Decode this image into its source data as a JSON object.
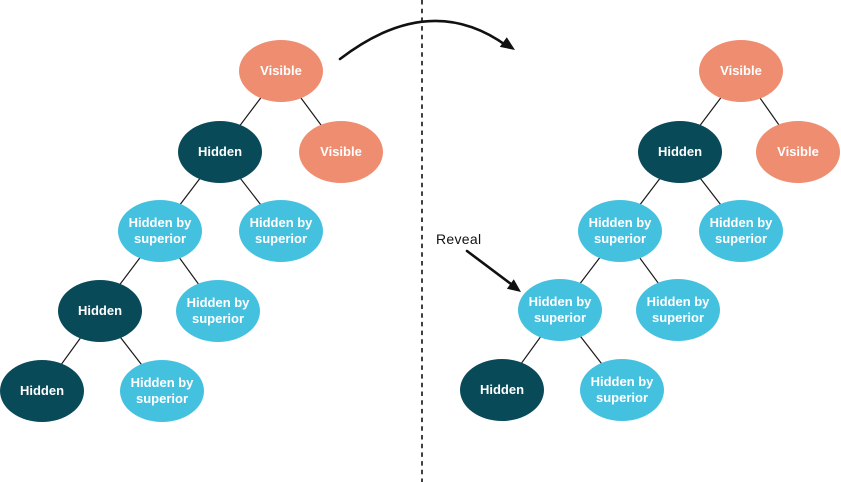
{
  "diagram": {
    "annotation": {
      "reveal_label": "Reveal"
    },
    "colors": {
      "visible": "#EF8D70",
      "hidden": "#094A59",
      "hidden_by_superior": "#45C1E0",
      "node_text": "#FFFFFF",
      "line": "#1A1A1A"
    },
    "trees": {
      "left": {
        "nodes": [
          {
            "id": "L1",
            "label": "Visible",
            "state": "visible"
          },
          {
            "id": "L2",
            "label": "Hidden",
            "state": "hidden"
          },
          {
            "id": "L3",
            "label": "Visible",
            "state": "visible"
          },
          {
            "id": "L4",
            "label": "Hidden by superior",
            "state": "hidden-by-superior"
          },
          {
            "id": "L5",
            "label": "Hidden by superior",
            "state": "hidden-by-superior"
          },
          {
            "id": "L6",
            "label": "Hidden",
            "state": "hidden"
          },
          {
            "id": "L7",
            "label": "Hidden by superior",
            "state": "hidden-by-superior"
          },
          {
            "id": "L8",
            "label": "Hidden",
            "state": "hidden"
          },
          {
            "id": "L9",
            "label": "Hidden by superior",
            "state": "hidden-by-superior"
          }
        ],
        "edges": [
          [
            "L1",
            "L2"
          ],
          [
            "L1",
            "L3"
          ],
          [
            "L2",
            "L4"
          ],
          [
            "L2",
            "L5"
          ],
          [
            "L4",
            "L6"
          ],
          [
            "L4",
            "L7"
          ],
          [
            "L6",
            "L8"
          ],
          [
            "L6",
            "L9"
          ]
        ]
      },
      "right": {
        "nodes": [
          {
            "id": "R1",
            "label": "Visible",
            "state": "visible"
          },
          {
            "id": "R2",
            "label": "Hidden",
            "state": "hidden"
          },
          {
            "id": "R3",
            "label": "Visible",
            "state": "visible"
          },
          {
            "id": "R4",
            "label": "Hidden by superior",
            "state": "hidden-by-superior"
          },
          {
            "id": "R5",
            "label": "Hidden by superior",
            "state": "hidden-by-superior"
          },
          {
            "id": "R6",
            "label": "Hidden by superior",
            "state": "hidden-by-superior"
          },
          {
            "id": "R7",
            "label": "Hidden by superior",
            "state": "hidden-by-superior"
          },
          {
            "id": "R8",
            "label": "Hidden",
            "state": "hidden"
          },
          {
            "id": "R9",
            "label": "Hidden by superior",
            "state": "hidden-by-superior"
          }
        ],
        "edges": [
          [
            "R1",
            "R2"
          ],
          [
            "R1",
            "R3"
          ],
          [
            "R2",
            "R4"
          ],
          [
            "R2",
            "R5"
          ],
          [
            "R4",
            "R6"
          ],
          [
            "R4",
            "R7"
          ],
          [
            "R6",
            "R8"
          ],
          [
            "R6",
            "R9"
          ]
        ]
      }
    }
  }
}
